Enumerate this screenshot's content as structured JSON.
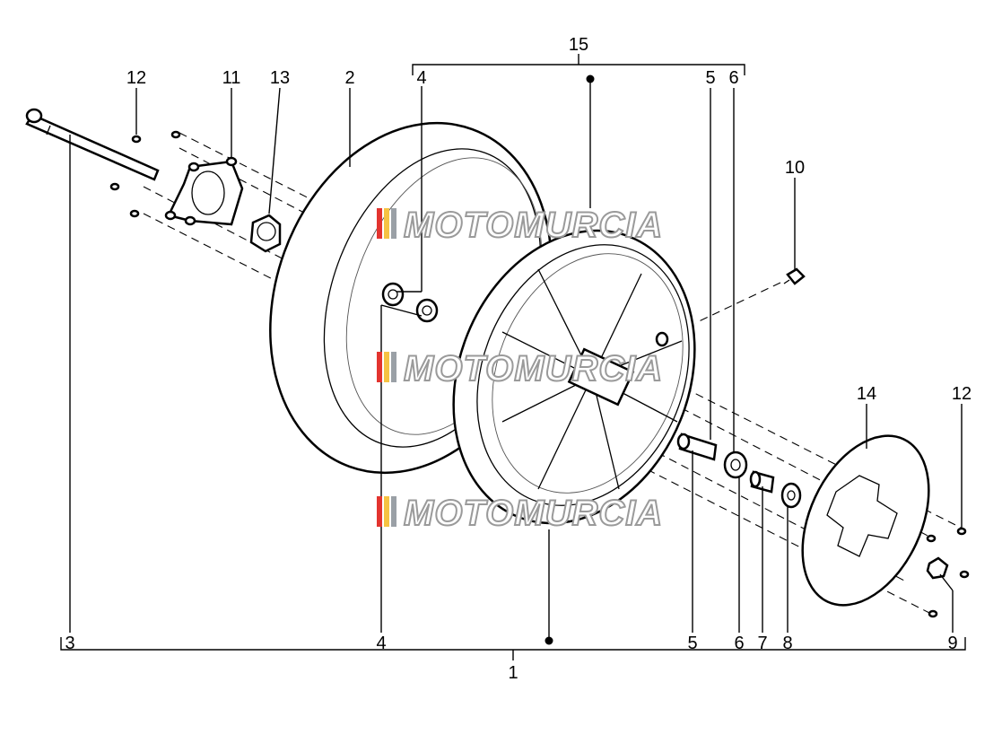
{
  "watermark": "MOTOMURCIA",
  "callouts": {
    "c1": "1",
    "c2": "2",
    "c3": "3",
    "c4_top": "4",
    "c4_bottom": "4",
    "c5_top": "5",
    "c5_bottom": "5",
    "c6_top": "6",
    "c6_bottom": "6",
    "c7": "7",
    "c8": "8",
    "c9": "9",
    "c10": "10",
    "c11": "11",
    "c12_left": "12",
    "c12_right": "12",
    "c13": "13",
    "c14": "14",
    "c15": "15"
  }
}
